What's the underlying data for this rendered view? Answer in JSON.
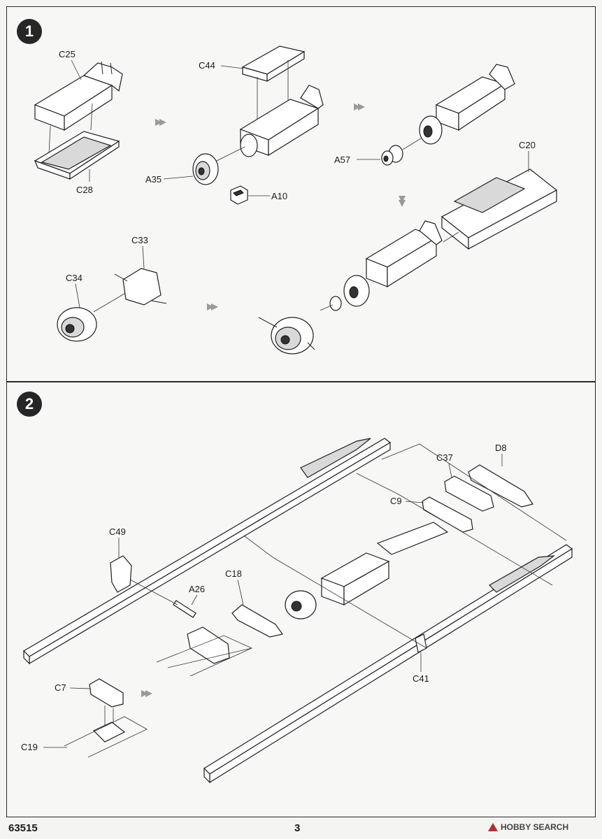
{
  "steps": [
    {
      "number": "1",
      "labels": {
        "c25": "C25",
        "c28": "C28",
        "c44": "C44",
        "a35": "A35",
        "a10": "A10",
        "a57": "A57",
        "c20": "C20",
        "c33": "C33",
        "c34": "C34"
      }
    },
    {
      "number": "2",
      "labels": {
        "d8": "D8",
        "c37": "C37",
        "c9": "C9",
        "c49": "C49",
        "a26": "A26",
        "c18": "C18",
        "c41": "C41",
        "c7": "C7",
        "c19": "C19"
      }
    }
  ],
  "footer": {
    "product_code": "63515",
    "page_number": "3",
    "watermark": "HOBBY SEARCH"
  },
  "colors": {
    "line": "#1e1e1e",
    "badge": "#262626",
    "direction_arrow": "#9a9a9a",
    "watermark_mark": "#b23030"
  }
}
